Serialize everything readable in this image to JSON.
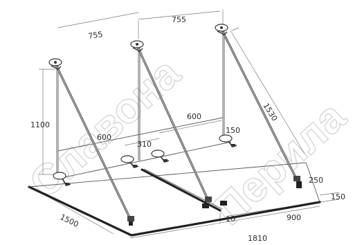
{
  "watermark": {
    "left_text": "Славона",
    "right_text": "Перила"
  },
  "dimensions": {
    "top_left_spacing": "755",
    "top_right_spacing": "755",
    "height_left": "1100",
    "diag_left": "600",
    "mid_spacing": "310",
    "diag_right": "600",
    "small_offset": "150",
    "rod_length": "1530",
    "right_offset": "250",
    "right_depth": "150",
    "depth_left": "1500",
    "gap": "10",
    "segment_right": "900",
    "total_width": "1810"
  },
  "colors": {
    "line": "#555555",
    "base": "#222222",
    "watermark": "#d6d6d6"
  }
}
